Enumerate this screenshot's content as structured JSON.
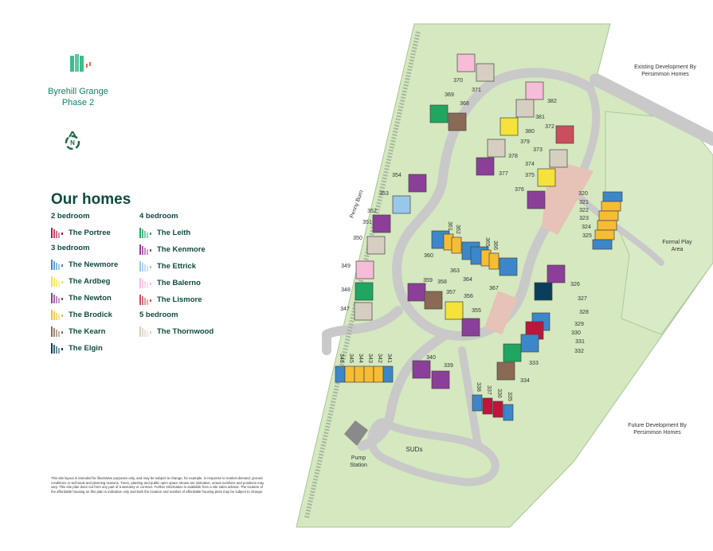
{
  "brand": {
    "line1": "Byrehill Grange",
    "line2": "Phase 2"
  },
  "compass": {
    "label": "N"
  },
  "legend": {
    "title": "Our homes",
    "groups": [
      {
        "heading": "2 bedroom",
        "items": [
          {
            "name": "The Portree",
            "color": "#c0143c"
          }
        ]
      },
      {
        "heading": "3 bedroom",
        "items": [
          {
            "name": "The Newmore",
            "color": "#3b87c9"
          },
          {
            "name": "The Ardbeg",
            "color": "#f5e23a"
          },
          {
            "name": "The Newton",
            "color": "#8b3f98"
          },
          {
            "name": "The Brodick",
            "color": "#f6bd32"
          },
          {
            "name": "The Kearn",
            "color": "#8a6a55"
          },
          {
            "name": "The Elgin",
            "color": "#0b3e5c"
          }
        ]
      },
      {
        "heading": "4 bedroom",
        "items": [
          {
            "name": "The Leith",
            "color": "#20a661"
          },
          {
            "name": "The Kenmore",
            "color": "#9b3b9c"
          },
          {
            "name": "The Ettrick",
            "color": "#98c7ec"
          },
          {
            "name": "The Balerno",
            "color": "#f6bcd8"
          },
          {
            "name": "The Lismore",
            "color": "#c94f5c"
          }
        ]
      },
      {
        "heading": "5 bedroom",
        "items": [
          {
            "name": "The Thornwood",
            "color": "#d6cfc1"
          }
        ]
      }
    ]
  },
  "map_labels": {
    "existing": "Existing Development By Persimmon Homes",
    "future": "Future Development By Persimmon Homes",
    "play": "Formal Play Area",
    "suds": "SUDs",
    "pump": "Pump Station",
    "burn": "Penny Burn"
  },
  "plots": [
    {
      "n": "370",
      "type": "Balerno"
    },
    {
      "n": "371",
      "type": "Thornwood"
    },
    {
      "n": "369",
      "type": "Leith"
    },
    {
      "n": "368",
      "type": "Kearn"
    },
    {
      "n": "382",
      "type": "Balerno"
    },
    {
      "n": "381",
      "type": "Thornwood"
    },
    {
      "n": "380",
      "type": "Ardbeg"
    },
    {
      "n": "372",
      "type": "Lismore"
    },
    {
      "n": "379",
      "type": "Thornwood"
    },
    {
      "n": "373",
      "type": "Thornwood"
    },
    {
      "n": "378",
      "type": ""
    },
    {
      "n": "377",
      "type": "Newton"
    },
    {
      "n": "374",
      "type": ""
    },
    {
      "n": "375",
      "type": "Ardbeg"
    },
    {
      "n": "376",
      "type": "Newton"
    },
    {
      "n": "354",
      "type": "Newton"
    },
    {
      "n": "353",
      "type": "Ettrick"
    },
    {
      "n": "352",
      "type": "Newton"
    },
    {
      "n": "351",
      "type": "Newton"
    },
    {
      "n": "350",
      "type": "Thornwood"
    },
    {
      "n": "349",
      "type": "Balerno"
    },
    {
      "n": "348",
      "type": "Leith"
    },
    {
      "n": "347",
      "type": "Thornwood"
    },
    {
      "n": "360",
      "type": "Newmore"
    },
    {
      "n": "361",
      "type": "Brodick"
    },
    {
      "n": "362",
      "type": "Brodick"
    },
    {
      "n": "363",
      "type": "Newmore"
    },
    {
      "n": "364",
      "type": "Newmore"
    },
    {
      "n": "365",
      "type": "Brodick"
    },
    {
      "n": "366",
      "type": "Brodick"
    },
    {
      "n": "367",
      "type": "Newmore"
    },
    {
      "n": "359",
      "type": "Newton"
    },
    {
      "n": "358",
      "type": "Kearn"
    },
    {
      "n": "357",
      "type": "Ardbeg"
    },
    {
      "n": "356",
      "type": ""
    },
    {
      "n": "355",
      "type": "Newton"
    },
    {
      "n": "346",
      "type": "Newmore"
    },
    {
      "n": "345",
      "type": "Brodick"
    },
    {
      "n": "344",
      "type": "Brodick"
    },
    {
      "n": "343",
      "type": "Brodick"
    },
    {
      "n": "342",
      "type": "Brodick"
    },
    {
      "n": "341",
      "type": "Newmore"
    },
    {
      "n": "340",
      "type": "Newton"
    },
    {
      "n": "339",
      "type": "Newton"
    },
    {
      "n": "326",
      "type": "Newton"
    },
    {
      "n": "327",
      "type": "Elgin"
    },
    {
      "n": "328",
      "type": ""
    },
    {
      "n": "329",
      "type": "Newmore"
    },
    {
      "n": "330",
      "type": "Portree"
    },
    {
      "n": "331",
      "type": "Newmore"
    },
    {
      "n": "332",
      "type": ""
    },
    {
      "n": "333",
      "type": "Leith"
    },
    {
      "n": "334",
      "type": "Kearn"
    },
    {
      "n": "338",
      "type": "Newmore"
    },
    {
      "n": "337",
      "type": "Portree"
    },
    {
      "n": "336",
      "type": "Portree"
    },
    {
      "n": "335",
      "type": "Newmore"
    },
    {
      "n": "320",
      "type": "Newmore"
    },
    {
      "n": "321",
      "type": "Brodick"
    },
    {
      "n": "322",
      "type": "Brodick"
    },
    {
      "n": "323",
      "type": "Brodick"
    },
    {
      "n": "324",
      "type": "Brodick"
    },
    {
      "n": "325",
      "type": "Newmore"
    }
  ],
  "disclaimer": "This site layout is intended for illustrative purposes only, and may be subject to change, for example, in response to market demand, ground conditions or technical and planning reasons. Trees, planting and public open space shown are indicative, actual numbers and positions may vary. This site plan does not form any part of a warranty or contract. Further information is available from a site sales advisor. The location of the affordable housing on this plan is indicative only and both the location and number of affordable housing plots may be subject to change."
}
